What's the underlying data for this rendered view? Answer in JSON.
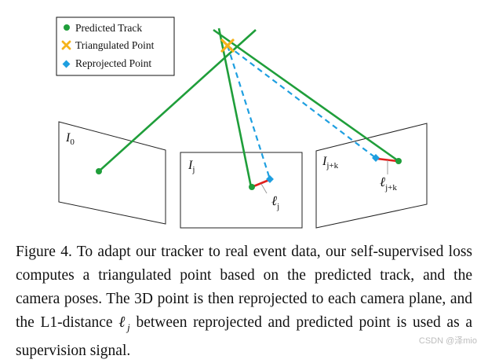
{
  "legend": {
    "items": [
      {
        "label": "Predicted Track",
        "marker": "green-dot",
        "color": "#1f9e3a"
      },
      {
        "label": "Triangulated Point",
        "marker": "yellow-x",
        "color": "#f5b31a"
      },
      {
        "label": "Reprojected Point",
        "marker": "blue-diamond",
        "color": "#1e9fe0"
      }
    ]
  },
  "planes": {
    "p0": {
      "label_base": "I",
      "label_sub": "0"
    },
    "pj": {
      "label_base": "I",
      "label_sub": "j"
    },
    "pjk": {
      "label_base": "I",
      "label_sub": "j+k"
    }
  },
  "distances": {
    "dj": {
      "label_base": "ℓ",
      "label_sub": "j"
    },
    "djk": {
      "label_base": "ℓ",
      "label_sub": "j+k"
    }
  },
  "colors": {
    "track": "#1f9e3a",
    "triangulated": "#f5b31a",
    "reprojected": "#1e9fe0",
    "distance": "#e0201c"
  },
  "caption": {
    "part1": "Figure 4.   To adapt our tracker to real event data, our self-supervised loss computes a triangulated point based on the predicted track, and the camera poses. The 3D point is then reprojected to each camera plane, and the L1-distance ",
    "math": "ℓ",
    "math_sub": "j",
    "part2": " between reprojected and predicted point is used as a supervision signal."
  },
  "watermark": "CSDN @泽mio"
}
